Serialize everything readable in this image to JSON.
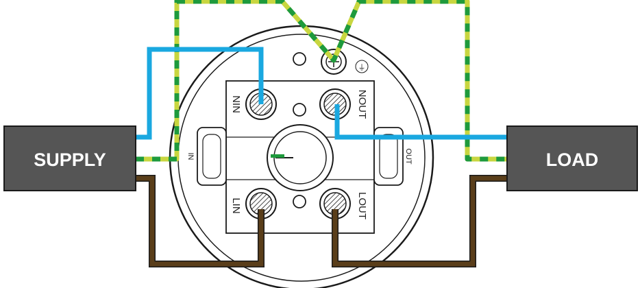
{
  "boxes": {
    "supply": "SUPPLY",
    "load": "LOAD"
  },
  "terminals": {
    "n_in": "NIN",
    "n_out": "NOUT",
    "l_in": "LIN",
    "l_out": "LOUT"
  },
  "side_labels": {
    "in": "IN",
    "out": "OUT"
  },
  "earth_symbol": "⏚",
  "icons": {
    "earth": "earth-symbol-icon",
    "screw": "terminal-screw-icon"
  },
  "colors": {
    "neutral": "#1aa8e0",
    "live": "#5a3e1a",
    "earth_yellow": "#c8d640",
    "earth_green": "#1e9a3c",
    "box_fill": "#555555",
    "outline": "#1a1a1a"
  }
}
